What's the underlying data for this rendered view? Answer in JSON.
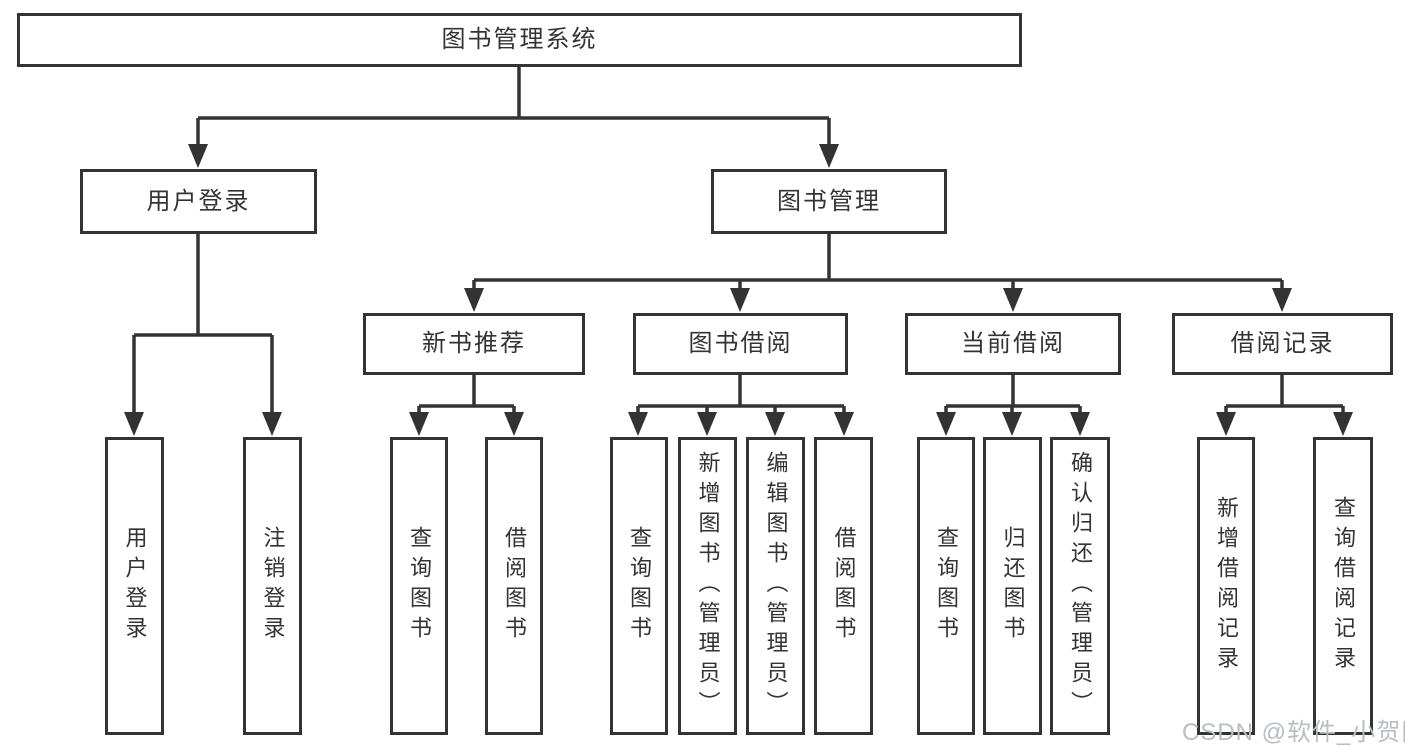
{
  "diagram": {
    "root": {
      "label": "图书管理系统"
    },
    "level2": [
      {
        "label": "用户登录"
      },
      {
        "label": "图书管理"
      }
    ],
    "level3": [
      {
        "label": "新书推荐"
      },
      {
        "label": "图书借阅"
      },
      {
        "label": "当前借阅"
      },
      {
        "label": "借阅记录"
      }
    ],
    "leaves": {
      "login": [
        {
          "label": "用户登录"
        },
        {
          "label": "注销登录"
        }
      ],
      "recommend": [
        {
          "label": "查询图书"
        },
        {
          "label": "借阅图书"
        }
      ],
      "borrow": [
        {
          "label": "查询图书"
        },
        {
          "label": "新增图书（管理员）"
        },
        {
          "label": "编辑图书（管理员）"
        },
        {
          "label": "借阅图书"
        }
      ],
      "current": [
        {
          "label": "查询图书"
        },
        {
          "label": "归还图书"
        },
        {
          "label": "确认归还（管理员）"
        }
      ],
      "records": [
        {
          "label": "新增借阅记录"
        },
        {
          "label": "查询借阅记录"
        }
      ]
    },
    "watermark": "CSDN @软件_小贺同学",
    "colors": {
      "line": "#333333",
      "text": "#333333",
      "watermark": "#b7bdc3",
      "background": "#ffffff"
    }
  }
}
